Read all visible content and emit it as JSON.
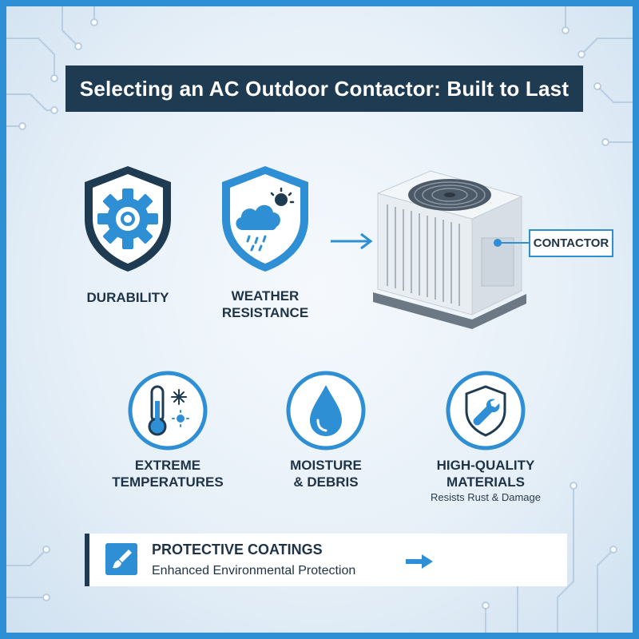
{
  "title": "Selecting an AC Outdoor Contactor: Built to Last",
  "colors": {
    "accent": "#2f8fd4",
    "dark": "#1f3b52",
    "text": "#1e3346"
  },
  "features_top": [
    {
      "label_lines": [
        "DURABILITY"
      ],
      "icon": "gear-icon"
    },
    {
      "label_lines": [
        "WEATHER",
        "RESISTANCE"
      ],
      "icon": "cloud-rain-sun-icon"
    }
  ],
  "unit_callout": "CONTACTOR",
  "features_mid": [
    {
      "label_lines": [
        "EXTREME",
        "TEMPERATURES"
      ],
      "icon": "thermometer-snowflake-sun-icon"
    },
    {
      "label_lines": [
        "MOISTURE",
        "& DEBRIS"
      ],
      "icon": "water-drop-icon"
    },
    {
      "label_lines": [
        "HIGH-QUALITY",
        "MATERIALS"
      ],
      "sub": "Resists Rust & Damage",
      "icon": "shield-wrench-icon"
    }
  ],
  "coating": {
    "title": "PROTECTIVE COATINGS",
    "subtitle": "Enhanced Environmental Protection",
    "icon": "paintbrush-icon"
  }
}
